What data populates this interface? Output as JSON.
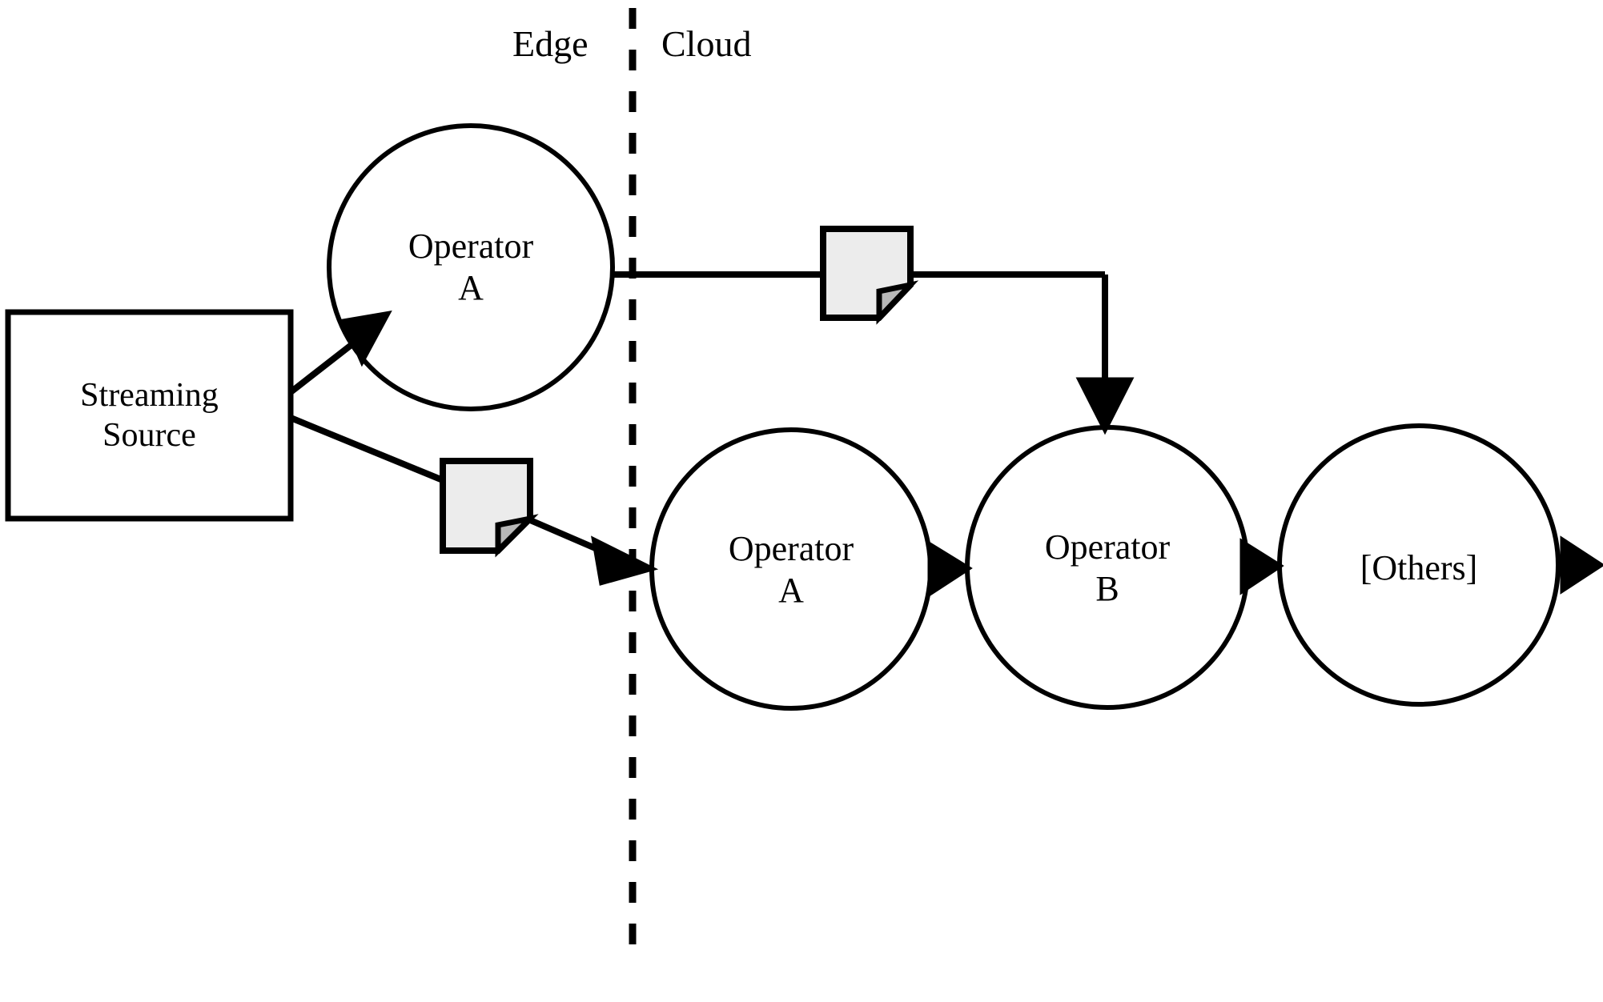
{
  "diagram": {
    "title": "Edge-Cloud streaming operator placement diagram",
    "zones": {
      "edge": {
        "label": "Edge"
      },
      "cloud": {
        "label": "Cloud"
      }
    },
    "divider": {
      "name": "edge-cloud-boundary",
      "style": "dashed"
    },
    "nodes": {
      "streaming_source": {
        "label": "Streaming\nSource",
        "shape": "rectangle"
      },
      "edge_operator_a": {
        "label": "Operator\nA",
        "shape": "circle"
      },
      "cloud_operator_a": {
        "label": "Operator\nA",
        "shape": "circle"
      },
      "cloud_operator_b": {
        "label": "Operator\nB",
        "shape": "circle"
      },
      "cloud_others": {
        "label": "[Others]",
        "shape": "circle"
      }
    },
    "artifacts": {
      "note_top": {
        "label": "",
        "kind": "data-note"
      },
      "note_bottom": {
        "label": "",
        "kind": "data-note"
      }
    },
    "colors": {
      "stroke": "#000000",
      "background": "#ffffff",
      "note_fill": "#ececec",
      "note_fold_fill": "#b8b8b8"
    }
  }
}
